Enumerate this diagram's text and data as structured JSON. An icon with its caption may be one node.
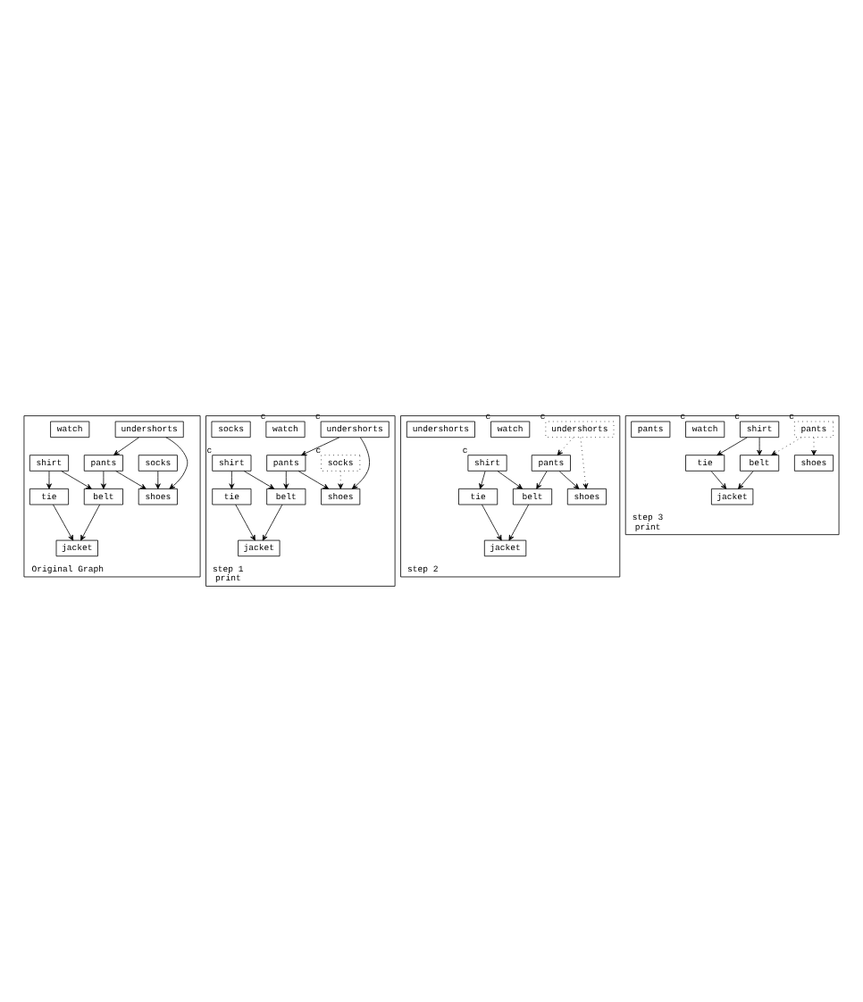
{
  "diagram": {
    "nodes": [
      {
        "text": [
          "Original Graph"
        ]
      },
      {
        "text": [
          "undershorts"
        ],
        "in": 0
      },
      {
        "text": [
          "socks"
        ],
        "in": 0
      },
      {
        "text": [
          "pants"
        ],
        "in": 0
      },
      {
        "text": [
          "shoes"
        ],
        "in": 0
      },
      {
        "text": [
          "shirt"
        ],
        "in": 0
      },
      {
        "text": [
          "belt"
        ],
        "in": 0
      },
      {
        "text": [
          "tie"
        ],
        "in": 0
      },
      {
        "text": [
          "watch"
        ],
        "in": 0
      },
      {
        "text": [
          "jacket"
        ],
        "in": 0
      },
      {
        "text": [
          "step 1",
          "print"
        ]
      },
      {
        "text": [
          "undershorts"
        ],
        "in": 10,
        "beside": [
          "c"
        ]
      },
      {
        "text": [
          "socks"
        ],
        "in": 10,
        "beside": [
          "c"
        ]
      },
      {
        "text": [
          "pants"
        ],
        "in": 10
      },
      {
        "text": [
          "shoes"
        ],
        "in": 10
      },
      {
        "text": [
          "shirt"
        ],
        "in": 10,
        "beside": [
          "c"
        ]
      },
      {
        "text": [
          "belt"
        ],
        "in": 10
      },
      {
        "text": [
          "tie"
        ],
        "in": 10
      },
      {
        "text": [
          "watch"
        ],
        "in": 10,
        "beside": [
          "c"
        ]
      },
      {
        "text": [
          "jacket"
        ],
        "in": 10
      },
      {
        "text": [
          "socks"
        ],
        "in": 10
      },
      {
        "text": [
          "step 2"
        ]
      },
      {
        "text": [
          "undershorts"
        ],
        "in": 21,
        "beside": [
          "c"
        ]
      },
      {
        "text": [
          "pants"
        ],
        "in": 21
      },
      {
        "text": [
          "shoes"
        ],
        "in": 21
      },
      {
        "text": [
          "shirt"
        ],
        "in": 21,
        "beside": [
          "c"
        ]
      },
      {
        "text": [
          "belt"
        ],
        "in": 21
      },
      {
        "text": [
          "tie"
        ],
        "in": 21
      },
      {
        "text": [
          "watch"
        ],
        "in": 21,
        "beside": [
          "c"
        ]
      },
      {
        "text": [
          "jacket"
        ],
        "in": 21
      },
      {
        "text": [
          "undershorts"
        ],
        "in": 21
      },
      {
        "text": [
          "step 3",
          "print"
        ]
      },
      {
        "text": [
          "pants"
        ],
        "in": 31,
        "beside": [
          "c"
        ]
      },
      {
        "text": [
          "shoes"
        ],
        "in": 31
      },
      {
        "text": [
          "shirt"
        ],
        "in": 31,
        "beside": [
          "c"
        ]
      },
      {
        "text": [
          "belt"
        ],
        "in": 31
      },
      {
        "text": [
          "tie"
        ],
        "in": 31
      },
      {
        "text": [
          "watch"
        ],
        "in": 31,
        "beside": [
          "c"
        ]
      },
      {
        "text": [
          "jacket"
        ],
        "in": 31
      },
      {
        "text": [
          "pants"
        ],
        "in": 31
      }
    ],
    "edges": [
      {
        "from": 1,
        "to": 3,
        "arrow": "to"
      },
      {
        "from": 1,
        "to": 4,
        "arrow": "to"
      },
      {
        "from": 2,
        "to": 4,
        "arrow": "to"
      },
      {
        "from": 3,
        "to": 4,
        "arrow": "to"
      },
      {
        "from": 3,
        "to": 6,
        "arrow": "to"
      },
      {
        "from": 5,
        "to": 6,
        "arrow": "to"
      },
      {
        "from": 5,
        "to": 7,
        "arrow": "to"
      },
      {
        "from": 6,
        "to": 9,
        "arrow": "to"
      },
      {
        "from": 7,
        "to": 9,
        "arrow": "to"
      },
      {
        "from": 11,
        "to": 13,
        "arrow": "to"
      },
      {
        "from": 11,
        "to": 14,
        "arrow": "to"
      },
      {
        "from": 12,
        "to": 14,
        "arrow": "to",
        "style": "dashed"
      },
      {
        "from": 13,
        "to": 14,
        "arrow": "to"
      },
      {
        "from": 13,
        "to": 16,
        "arrow": "to"
      },
      {
        "from": 15,
        "to": 16,
        "arrow": "to"
      },
      {
        "from": 15,
        "to": 17,
        "arrow": "to"
      },
      {
        "from": 16,
        "to": 19,
        "arrow": "to"
      },
      {
        "from": 17,
        "to": 19,
        "arrow": "to"
      },
      {
        "from": 22,
        "to": 23,
        "arrow": "to",
        "style": "dashed"
      },
      {
        "from": 22,
        "to": 24,
        "arrow": "to",
        "style": "dashed"
      },
      {
        "from": 23,
        "to": 24,
        "arrow": "to"
      },
      {
        "from": 23,
        "to": 26,
        "arrow": "to"
      },
      {
        "from": 25,
        "to": 26,
        "arrow": "to"
      },
      {
        "from": 25,
        "to": 27,
        "arrow": "to"
      },
      {
        "from": 26,
        "to": 29,
        "arrow": "to"
      },
      {
        "from": 27,
        "to": 29,
        "arrow": "to"
      },
      {
        "from": 32,
        "to": 33,
        "arrow": "to",
        "style": "dashed"
      },
      {
        "from": 32,
        "to": 35,
        "arrow": "to",
        "style": "dashed"
      },
      {
        "from": 34,
        "to": 35,
        "arrow": "to"
      },
      {
        "from": 34,
        "to": 36,
        "arrow": "to"
      },
      {
        "from": 35,
        "to": 38,
        "arrow": "to"
      },
      {
        "from": 36,
        "to": 38,
        "arrow": "to"
      }
    ]
  }
}
